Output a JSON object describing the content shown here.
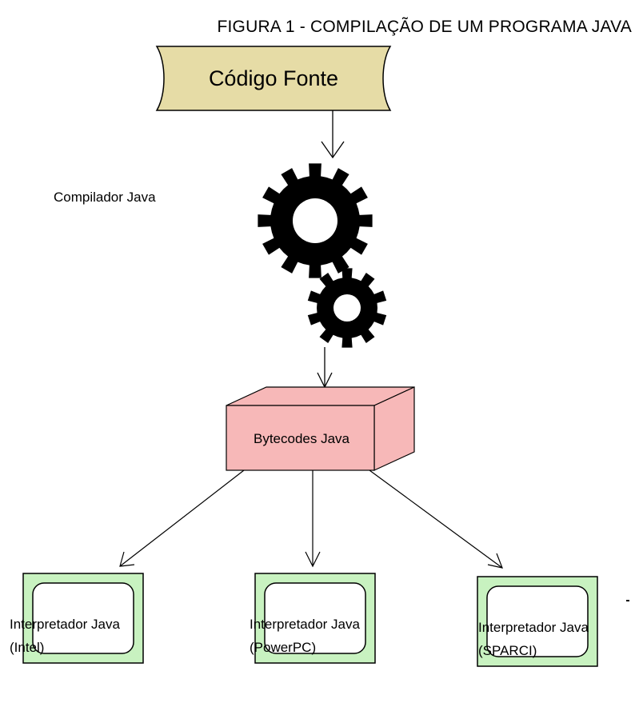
{
  "title": "FIGURA 1 - COMPILAÇÃO DE UM PROGRAMA JAVA",
  "nodes": {
    "source": {
      "label": "Código Fonte"
    },
    "compiler": {
      "label": "Compilador Java",
      "icon": "gears-icon"
    },
    "bytecodes": {
      "label": "Bytecodes Java"
    }
  },
  "interpreters": [
    {
      "line1": "Interpretador Java",
      "line2": "(Intel)"
    },
    {
      "line1": "Interpretador Java",
      "line2": "(PowerPC)"
    },
    {
      "line1": "Interpretador Java",
      "line2": "(SPARCI)"
    }
  ],
  "edges": [
    {
      "from": "Código Fonte",
      "to": "Compilador Java"
    },
    {
      "from": "Compilador Java",
      "to": "Bytecodes Java"
    },
    {
      "from": "Bytecodes Java",
      "to": "Interpretador Java (Intel)"
    },
    {
      "from": "Bytecodes Java",
      "to": "Interpretador Java (PowerPC)"
    },
    {
      "from": "Bytecodes Java",
      "to": "Interpretador Java (SPARCI)"
    }
  ],
  "colors": {
    "source_fill": "#e6dca6",
    "bytecode_fill": "#f7b8b8",
    "monitor_fill": "#c8f2c0",
    "stroke": "#000000",
    "gear": "#000000"
  }
}
